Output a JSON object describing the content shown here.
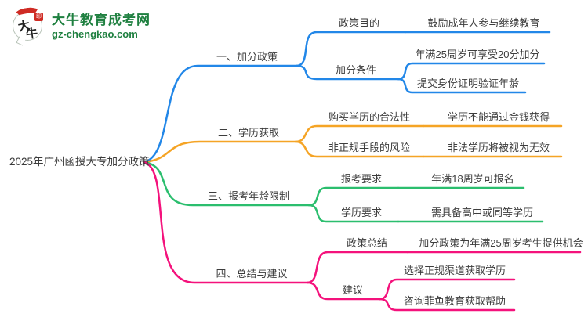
{
  "logo": {
    "icon_char_1": "大",
    "icon_char_2": "牛",
    "seal_char": "印",
    "site_name": "大牛教育成考网",
    "site_url": "gz-chengkao.com",
    "brand_green": "#1f8040",
    "seal_red": "#cf2b24"
  },
  "mindmap": {
    "root": "2025年广州函授大专加分政策",
    "branches": [
      {
        "label": "一、加分政策",
        "color": "#2287e8",
        "children": [
          {
            "label": "政策目的",
            "children": [
              "鼓励成年人参与继续教育"
            ]
          },
          {
            "label": "加分条件",
            "children": [
              "年满25周岁可享受20分加分",
              "提交身份证明验证年龄"
            ]
          }
        ]
      },
      {
        "label": "二、学历获取",
        "color": "#f5a425",
        "children": [
          {
            "label": "购买学历的合法性",
            "children": [
              "学历不能通过金钱获得"
            ]
          },
          {
            "label": "非正规手段的风险",
            "children": [
              "非法学历将被视为无效"
            ]
          }
        ]
      },
      {
        "label": "三、报考年龄限制",
        "color": "#2bbe6e",
        "children": [
          {
            "label": "报考要求",
            "children": [
              "年满18周岁可报名"
            ]
          },
          {
            "label": "学历要求",
            "children": [
              "需具备高中或同等学历"
            ]
          }
        ]
      },
      {
        "label": "四、总结与建议",
        "color": "#f4127c",
        "children": [
          {
            "label": "政策总结",
            "children": [
              "加分政策为年满25周岁考生提供机会"
            ]
          },
          {
            "label": "建议",
            "children": [
              "选择正规渠道获取学历",
              "咨询菲鱼教育获取帮助"
            ]
          }
        ]
      }
    ]
  }
}
